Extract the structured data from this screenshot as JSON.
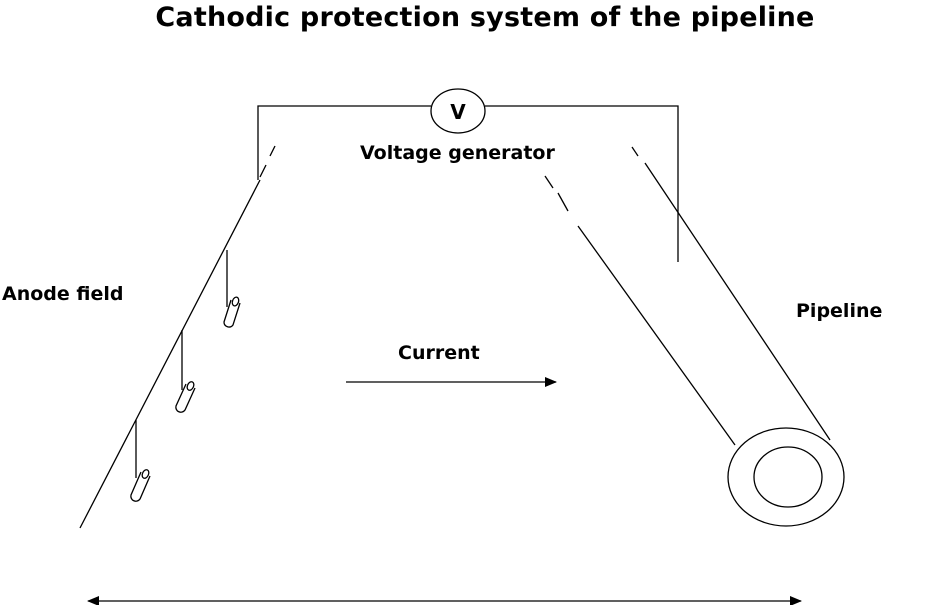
{
  "diagram": {
    "title": "Cathodic protection system of the pipeline",
    "voltmeter_symbol": "V",
    "labels": {
      "voltage_generator": "Voltage generator",
      "anode_field": "Anode field",
      "current": "Current",
      "pipeline": "Pipeline"
    },
    "colors": {
      "line": "#000000",
      "background": "#ffffff"
    }
  }
}
